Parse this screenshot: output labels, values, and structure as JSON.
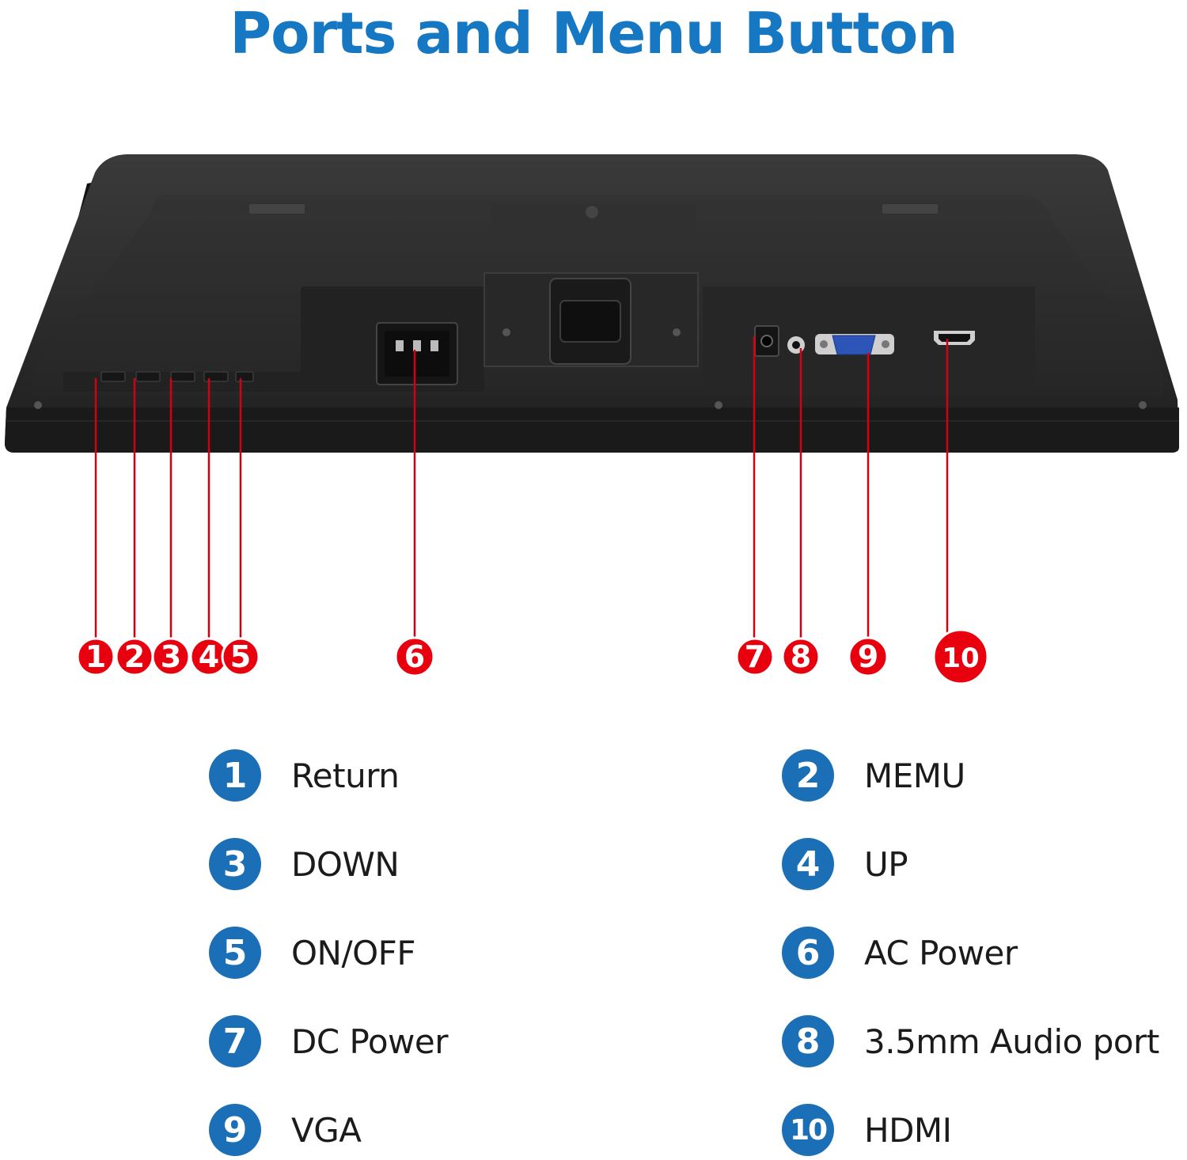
{
  "title": "Ports and Menu Button",
  "callouts": [
    "1",
    "2",
    "3",
    "4",
    "5",
    "6",
    "7",
    "8",
    "9",
    "10"
  ],
  "legend": [
    {
      "number": "1",
      "label": "Return"
    },
    {
      "number": "2",
      "label": "MEMU"
    },
    {
      "number": "3",
      "label": "DOWN"
    },
    {
      "number": "4",
      "label": "UP"
    },
    {
      "number": "5",
      "label": "ON/OFF"
    },
    {
      "number": "6",
      "label": "AC Power"
    },
    {
      "number": "7",
      "label": "DC Power"
    },
    {
      "number": "8",
      "label": "3.5mm Audio port"
    },
    {
      "number": "9",
      "label": "VGA"
    },
    {
      "number": "10",
      "label": "HDMI"
    }
  ],
  "colors": {
    "title": "#1677c2",
    "callout": "#e8000e",
    "badge": "#1a6fb6",
    "monitor": "#2b2b2b"
  }
}
